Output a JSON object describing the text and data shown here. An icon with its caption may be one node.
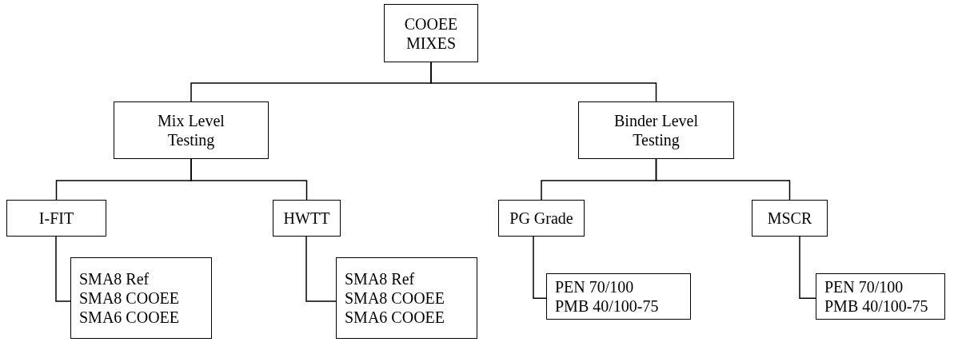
{
  "diagram": {
    "nodes": [
      {
        "text": [
          "COOEE MIXES"
        ]
      },
      {
        "text": [
          "Mix Level Testing"
        ]
      },
      {
        "text": [
          "Binder Level Testing"
        ]
      },
      {
        "text": [
          "I-FIT"
        ]
      },
      {
        "text": [
          "HWTT"
        ]
      },
      {
        "text": [
          "PG Grade"
        ]
      },
      {
        "text": [
          "MSCR"
        ]
      },
      {
        "text": [
          "SMA8 Ref",
          "SMA8 COOEE",
          "SMA6 COOEE"
        ]
      },
      {
        "text": [
          "SMA8 Ref",
          "SMA8 COOEE",
          "SMA6 COOEE"
        ]
      },
      {
        "text": [
          "PEN 70/100",
          "PMB 40/100-75"
        ]
      },
      {
        "text": [
          "PEN 70/100",
          "PMB 40/100-75"
        ]
      }
    ],
    "edges": [
      {
        "from": 0,
        "to": 1,
        "arrow": "none"
      },
      {
        "from": 0,
        "to": 2,
        "arrow": "none"
      },
      {
        "from": 1,
        "to": 3,
        "arrow": "none"
      },
      {
        "from": 1,
        "to": 4,
        "arrow": "none"
      },
      {
        "from": 2,
        "to": 5,
        "arrow": "none"
      },
      {
        "from": 2,
        "to": 6,
        "arrow": "none"
      },
      {
        "from": 3,
        "to": 7,
        "arrow": "none"
      },
      {
        "from": 4,
        "to": 8,
        "arrow": "none"
      },
      {
        "from": 5,
        "to": 9,
        "arrow": "none"
      },
      {
        "from": 6,
        "to": 10,
        "arrow": "none"
      }
    ]
  }
}
